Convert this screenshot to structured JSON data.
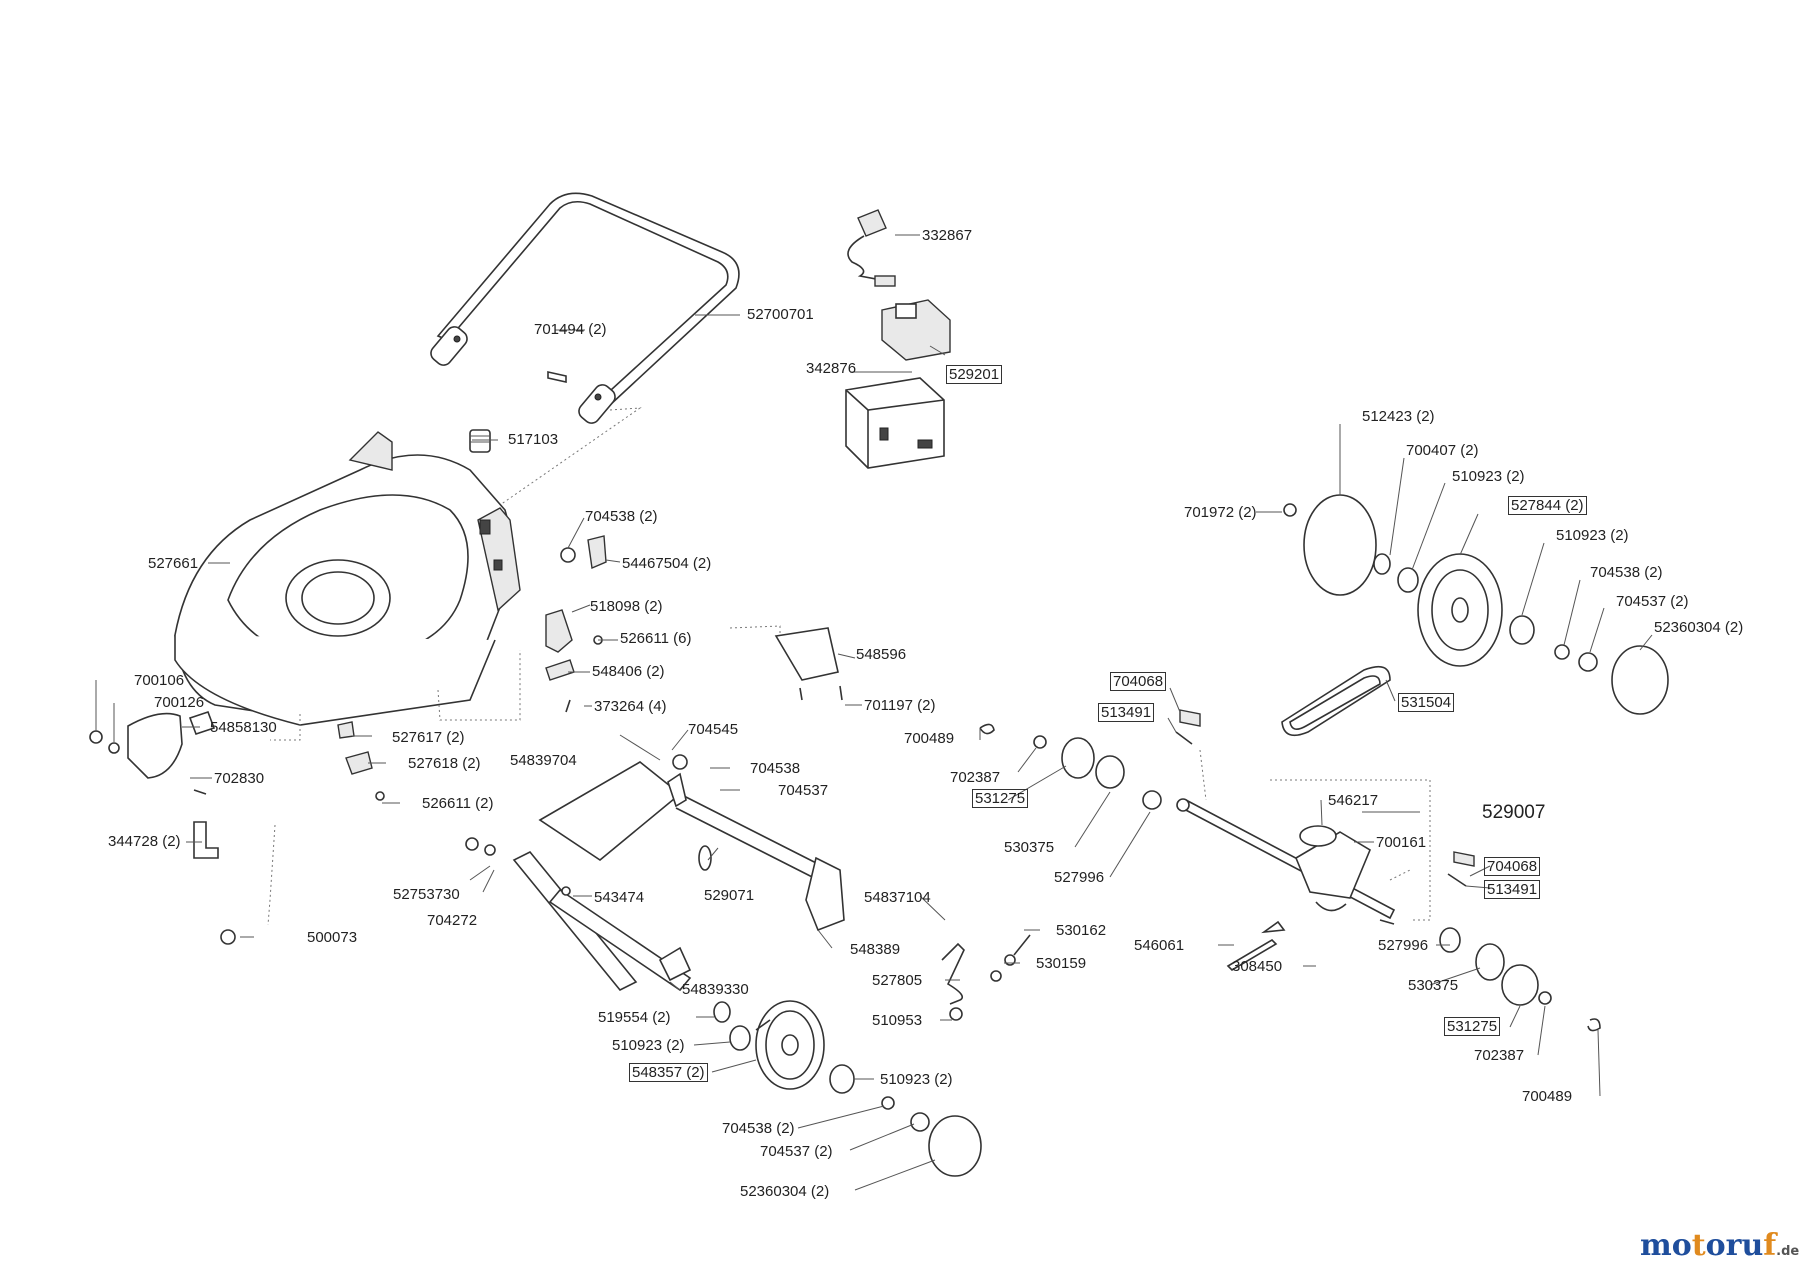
{
  "labels": [
    {
      "text": "332867",
      "boxed": false
    },
    {
      "text": "52700701",
      "boxed": false
    },
    {
      "text": "701494 (2)",
      "boxed": false
    },
    {
      "text": "342876",
      "boxed": false
    },
    {
      "text": "529201",
      "boxed": true
    },
    {
      "text": "517103",
      "boxed": false
    },
    {
      "text": "704538 (2)",
      "boxed": false
    },
    {
      "text": "54467504 (2)",
      "boxed": false
    },
    {
      "text": "527661",
      "boxed": false
    },
    {
      "text": "518098 (2)",
      "boxed": false
    },
    {
      "text": "526611 (6)",
      "boxed": false
    },
    {
      "text": "548406 (2)",
      "boxed": false
    },
    {
      "text": "373264 (4)",
      "boxed": false
    },
    {
      "text": "548596",
      "boxed": false
    },
    {
      "text": "701197 (2)",
      "boxed": false
    },
    {
      "text": "700106",
      "boxed": false
    },
    {
      "text": "700126",
      "boxed": false
    },
    {
      "text": "54858130",
      "boxed": false
    },
    {
      "text": "527617 (2)",
      "boxed": false
    },
    {
      "text": "527618 (2)",
      "boxed": false
    },
    {
      "text": "702830",
      "boxed": false
    },
    {
      "text": "526611 (2)",
      "boxed": false
    },
    {
      "text": "344728 (2)",
      "boxed": false
    },
    {
      "text": "500073",
      "boxed": false
    },
    {
      "text": "704545",
      "boxed": false
    },
    {
      "text": "54839704",
      "boxed": false
    },
    {
      "text": "704538",
      "boxed": false
    },
    {
      "text": "704537",
      "boxed": false
    },
    {
      "text": "529071",
      "boxed": false
    },
    {
      "text": "543474",
      "boxed": false
    },
    {
      "text": "52753730",
      "boxed": false
    },
    {
      "text": "704272",
      "boxed": false
    },
    {
      "text": "54837104",
      "boxed": false
    },
    {
      "text": "548389",
      "boxed": false
    },
    {
      "text": "54839330",
      "boxed": false
    },
    {
      "text": "527805",
      "boxed": false
    },
    {
      "text": "530162",
      "boxed": false
    },
    {
      "text": "530159",
      "boxed": false
    },
    {
      "text": "510953",
      "boxed": false
    },
    {
      "text": "519554 (2)",
      "boxed": false
    },
    {
      "text": "510923 (2)",
      "boxed": false
    },
    {
      "text": "548357 (2)",
      "boxed": true
    },
    {
      "text": "510923 (2)",
      "boxed": false
    },
    {
      "text": "704538 (2)",
      "boxed": false
    },
    {
      "text": "704537 (2)",
      "boxed": false
    },
    {
      "text": "52360304 (2)",
      "boxed": false
    },
    {
      "text": "512423 (2)",
      "boxed": false
    },
    {
      "text": "700407 (2)",
      "boxed": false
    },
    {
      "text": "701972 (2)",
      "boxed": false
    },
    {
      "text": "510923 (2)",
      "boxed": false
    },
    {
      "text": "527844 (2)",
      "boxed": true
    },
    {
      "text": "510923 (2)",
      "boxed": false
    },
    {
      "text": "704538 (2)",
      "boxed": false
    },
    {
      "text": "704537 (2)",
      "boxed": false
    },
    {
      "text": "52360304 (2)",
      "boxed": false
    },
    {
      "text": "704068",
      "boxed": true
    },
    {
      "text": "513491",
      "boxed": true
    },
    {
      "text": "531504",
      "boxed": true
    },
    {
      "text": "700489",
      "boxed": false
    },
    {
      "text": "702387",
      "boxed": false
    },
    {
      "text": "531275",
      "boxed": true
    },
    {
      "text": "530375",
      "boxed": false
    },
    {
      "text": "527996",
      "boxed": false
    },
    {
      "text": "546217",
      "boxed": false
    },
    {
      "text": "529007",
      "boxed": false
    },
    {
      "text": "700161",
      "boxed": false
    },
    {
      "text": "704068",
      "boxed": true
    },
    {
      "text": "513491",
      "boxed": true
    },
    {
      "text": "546061",
      "boxed": false
    },
    {
      "text": "308450",
      "boxed": false
    },
    {
      "text": "527996",
      "boxed": false
    },
    {
      "text": "530375",
      "boxed": false
    },
    {
      "text": "531275",
      "boxed": true
    },
    {
      "text": "702387",
      "boxed": false
    },
    {
      "text": "700489",
      "boxed": false
    }
  ],
  "logo": {
    "part1": "mo",
    "part2": "t",
    "part3": "oru",
    "part4": "f",
    "suffix": ".de"
  },
  "icons": [
    "lawnmower-deck",
    "handle",
    "charger",
    "battery",
    "wheel",
    "gearbox",
    "drive-belt",
    "hubcap"
  ]
}
